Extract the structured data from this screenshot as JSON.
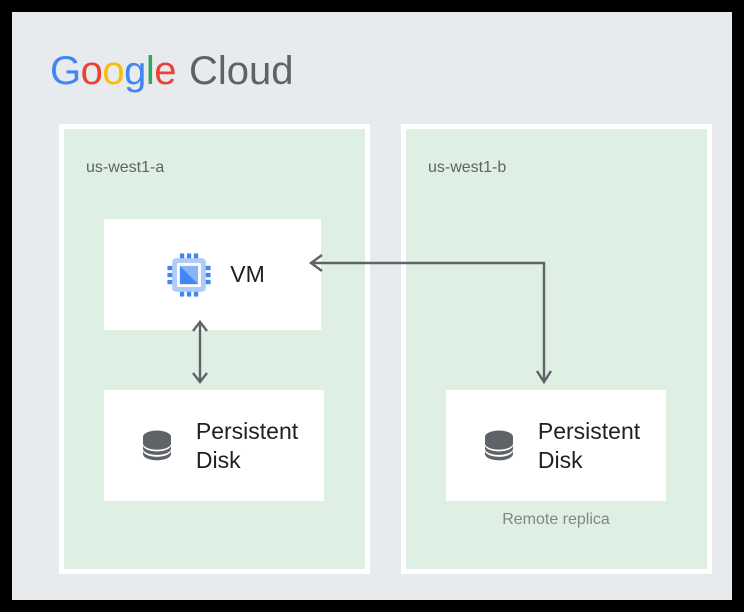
{
  "brand": {
    "logo_google_letters": [
      "G",
      "o",
      "o",
      "g",
      "l",
      "e"
    ],
    "logo_google_text": "Google",
    "logo_cloud_text": "Cloud",
    "colors": {
      "blue": "#4285f4",
      "red": "#ea4335",
      "yellow": "#fbbc05",
      "green": "#34a853",
      "gray": "#5f6368"
    }
  },
  "canvas": {
    "background": "#e8ebee",
    "frame_color": "#000000"
  },
  "zones": [
    {
      "id": "us-west1-a",
      "label": "us-west1-a",
      "background": "#deefe4",
      "border": "#ffffff"
    },
    {
      "id": "us-west1-b",
      "label": "us-west1-b",
      "background": "#deefe4",
      "border": "#ffffff"
    }
  ],
  "nodes": {
    "vm": {
      "label": "VM",
      "icon": "cpu-chip-icon",
      "zone": "us-west1-a"
    },
    "disk_primary": {
      "label": "Persistent Disk",
      "label_line1": "Persistent",
      "label_line2": "Disk",
      "icon": "database-disk-icon",
      "zone": "us-west1-a"
    },
    "disk_replica": {
      "label": "Persistent Disk",
      "label_line1": "Persistent",
      "label_line2": "Disk",
      "icon": "database-disk-icon",
      "zone": "us-west1-b",
      "caption": "Remote replica"
    }
  },
  "connectors": [
    {
      "id": "vm-to-disk-primary",
      "from": "vm",
      "to": "disk_primary",
      "style": "double-headed-vertical",
      "color": "#5f6368"
    },
    {
      "id": "replica-to-vm",
      "from": "disk_replica",
      "to": "vm",
      "style": "elbow-double-headed",
      "color": "#5f6368"
    }
  ]
}
